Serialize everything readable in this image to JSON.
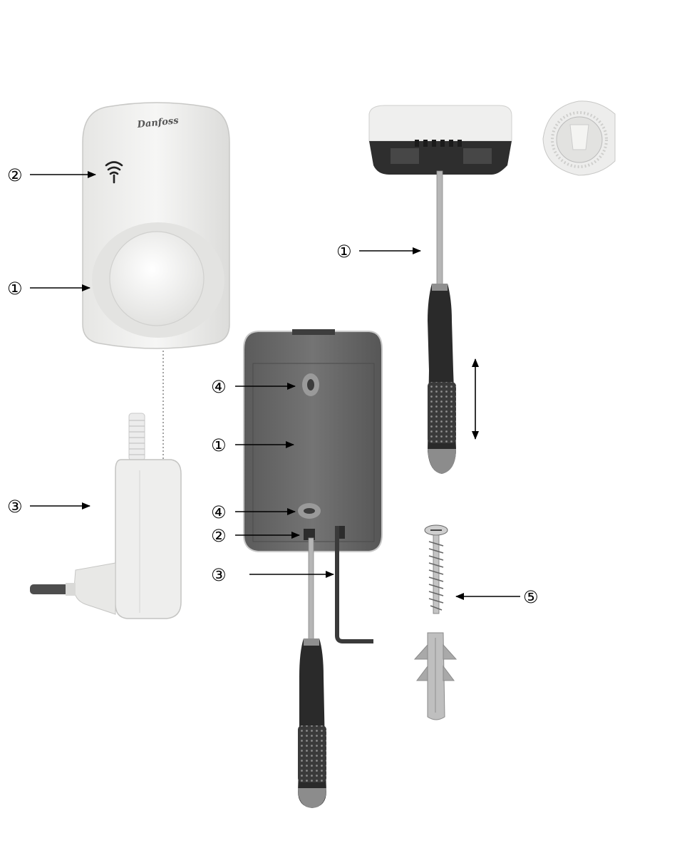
{
  "brand": {
    "logo_text": "Danfoss"
  },
  "colors": {
    "device_body": "#f0f0ef",
    "device_shade": "#d9d9d7",
    "back_plate": "#6d6d6d",
    "handle_dark": "#2b2b2b",
    "handle_grip": "#5a5a5a",
    "handle_tip": "#9a9a9a",
    "metal": "#b9b9b9"
  },
  "callouts": {
    "repeater_button": "①",
    "repeater_signal": "②",
    "power_adapter": "③",
    "top_screwdriver": "①",
    "back_plate": "①",
    "plate_screw_tool": "②",
    "hex_key": "③",
    "mount_hole_upper": "④",
    "mount_hole_lower": "④",
    "wall_screw": "⑤"
  },
  "icons": {
    "signal": "wifi-signal-icon",
    "arrow": "arrow-right-icon",
    "double_arrow": "double-arrow-vertical-icon"
  }
}
